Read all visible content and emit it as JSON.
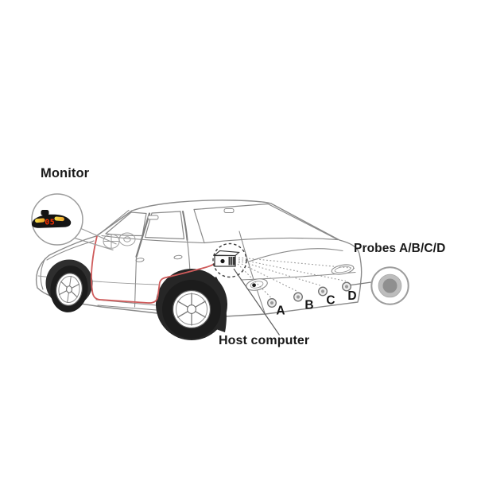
{
  "labels": {
    "monitor": "Monitor",
    "probes": "Probes A/B/C/D",
    "host_computer": "Host computer"
  },
  "monitor_display": {
    "value": "05"
  },
  "sensors": [
    {
      "label": "A"
    },
    {
      "label": "B"
    },
    {
      "label": "C"
    },
    {
      "label": "D"
    }
  ],
  "colors": {
    "background": "#ffffff",
    "car_line": "#8a8a8a",
    "dark_parts": "#242424",
    "wire": "#cf5b5b",
    "display_digits": "#ff3000",
    "display_bar_start": "#f6e14b",
    "display_bar_end": "#efa22b",
    "probe_ring": "#bdbdbd",
    "text": "#1a1a1a"
  }
}
